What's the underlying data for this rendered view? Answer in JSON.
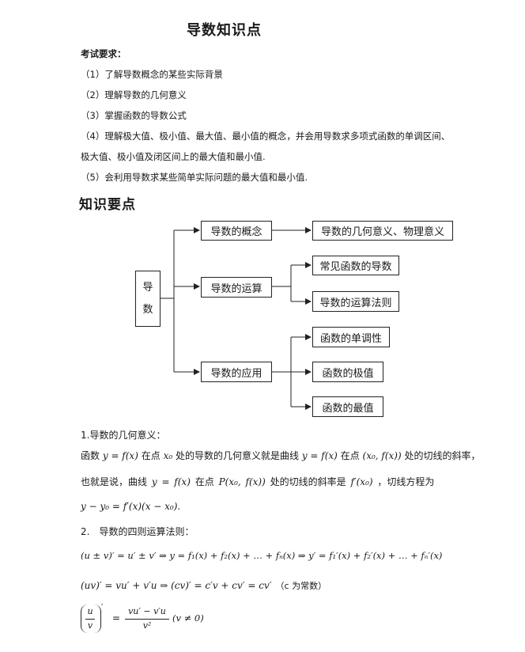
{
  "title": "导数知识点",
  "requirements": {
    "heading": "考试要求：",
    "items": [
      "（1）了解导数概念的某些实际背景",
      "（2）理解导数的几何意义",
      "（3）掌握函数的导数公式",
      "（4）理解极大值、极小值、最大值、最小值的概念，并会用导数求多项式函数的单调区间、",
      "极大值、极小值及闭区间上的最大值和最小值.",
      "（5）会利用导数求某些简单实际问题的最大值和最小值."
    ]
  },
  "knowledge_heading": "知识要点",
  "diagram": {
    "root": [
      "导",
      "数"
    ],
    "branches": [
      "导数的概念",
      "导数的运算",
      "导数的应用"
    ],
    "concept_leaf": "导数的几何意义、物理意义",
    "operation_leaves": [
      "常见函数的导数",
      "导数的运算法则"
    ],
    "application_leaves": [
      "函数的单调性",
      "函数的极值",
      "函数的最值"
    ]
  },
  "section1": {
    "heading": "1.导数的几何意义：",
    "line1_parts": [
      "函数",
      "y = f(x)",
      "在点",
      "x₀",
      "处的导数的几何意义就是曲线",
      "y = f(x)",
      "在点",
      "(x₀, f(x))",
      "处的切线的斜率，"
    ],
    "line2_parts": [
      "也就是说，曲线",
      "y = f(x)",
      "在点",
      "P(x₀, f(x))",
      "处的切线的斜率是",
      "f′(x₀)",
      "，切线方程为"
    ],
    "line3": "y − y₀ = f′(x)(x − x₀)."
  },
  "section2": {
    "heading": "2.　导数的四则运算法则：",
    "formula1": "(u ± v)′ = u′ ± v′ ⇒ y = f₁(x) + f₂(x) + … + fₙ(x) ⇒ y′ = f₁′(x) + f₂′(x) + … + fₙ′(x)",
    "formula2": "(uv)′ = vu′ + v′u ⇒ (cv)′ = c′v + cv′ = cv′",
    "formula2_note": "（c 为常数）",
    "formula3_lhs_num": "u",
    "formula3_lhs_den": "v",
    "formula3_prime": "′",
    "formula3_eq": "=",
    "formula3_num": "vu′ − v′u",
    "formula3_den": "v²",
    "formula3_cond": "(v ≠ 0)"
  }
}
